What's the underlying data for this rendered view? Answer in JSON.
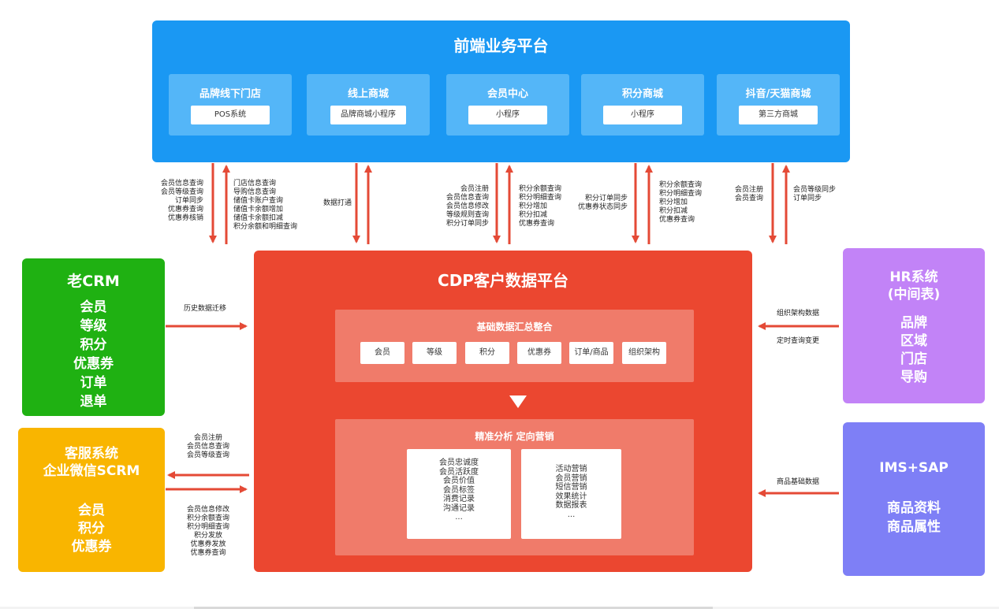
{
  "front": {
    "title": "前端业务平台",
    "cards": [
      {
        "title": "品牌线下门店",
        "sub": "POS系统"
      },
      {
        "title": "线上商城",
        "sub": "品牌商城小程序"
      },
      {
        "title": "会员中心",
        "sub": "小程序"
      },
      {
        "title": "积分商城",
        "sub": "小程序"
      },
      {
        "title": "抖音/天猫商城",
        "sub": "第三方商城"
      }
    ]
  },
  "cdp": {
    "title": "CDP客户数据平台",
    "base": {
      "title": "基础数据汇总整合",
      "chips": [
        "会员",
        "等级",
        "积分",
        "优惠券",
        "订单/商品",
        "组织架构"
      ]
    },
    "analysis": {
      "title": "精准分析 定向营销",
      "left_list": [
        "会员忠诚度",
        "会员活跃度",
        "会员价值",
        "会员标签",
        "消费记录",
        "沟通记录",
        "..."
      ],
      "right_list": [
        "活动营销",
        "会员营销",
        "短信营销",
        "效果统计",
        "数据报表",
        "..."
      ]
    }
  },
  "old_crm": {
    "title": "老CRM",
    "items": [
      "会员",
      "等级",
      "积分",
      "优惠券",
      "订单",
      "退单"
    ]
  },
  "kefu": {
    "title_lines": [
      "客服系统",
      "企业微信SCRM"
    ],
    "items": [
      "会员",
      "积分",
      "优惠券"
    ]
  },
  "hr": {
    "title_lines": [
      "HR系统",
      "(中间表)"
    ],
    "items": [
      "品牌",
      "区域",
      "门店",
      "导购"
    ]
  },
  "ims": {
    "title": "IMS+SAP",
    "items": [
      "商品资料",
      "商品属性"
    ]
  },
  "labels": {
    "pos_down": "会员信息查询\n会员等级查询\n订单同步\n优惠券查询\n优惠券核销",
    "pos_up": "门店信息查询\n导购信息查询\n储值卡账户查询\n储值卡余额增加\n储值卡余额扣减\n积分余额和明细查询",
    "online": "数据打通",
    "member_down": "会员注册\n会员信息查询\n会员信息修改\n等级规则查询\n积分订单同步",
    "member_up": "积分余额查询\n积分明细查询\n积分增加\n积分扣减\n优惠券查询",
    "points_down": "积分订单同步\n优惠券状态同步",
    "points_up": "积分余额查询\n积分明细查询\n积分增加\n积分扣减\n优惠券查询",
    "tp_down": "会员注册\n会员查询",
    "tp_up": "会员等级同步\n订单同步",
    "history": "历史数据迁移",
    "kefu_out": "会员注册\n会员信息查询\n会员等级查询",
    "kefu_in": "会员信息修改\n积分余额查询\n积分明细查询\n积分发放\n优惠券发放\n优惠券查询",
    "hr_org": "组织架构数据",
    "hr_timer": "定时查询变更",
    "ims_goods": "商品基础数据"
  },
  "colors": {
    "front": "#1a98f3",
    "cdp": "#eb4730",
    "old_crm": "#1fb112",
    "kefu": "#f9b500",
    "hr": "#c283f7",
    "ims": "#7e7ff6",
    "arrow": "#e44a36"
  }
}
